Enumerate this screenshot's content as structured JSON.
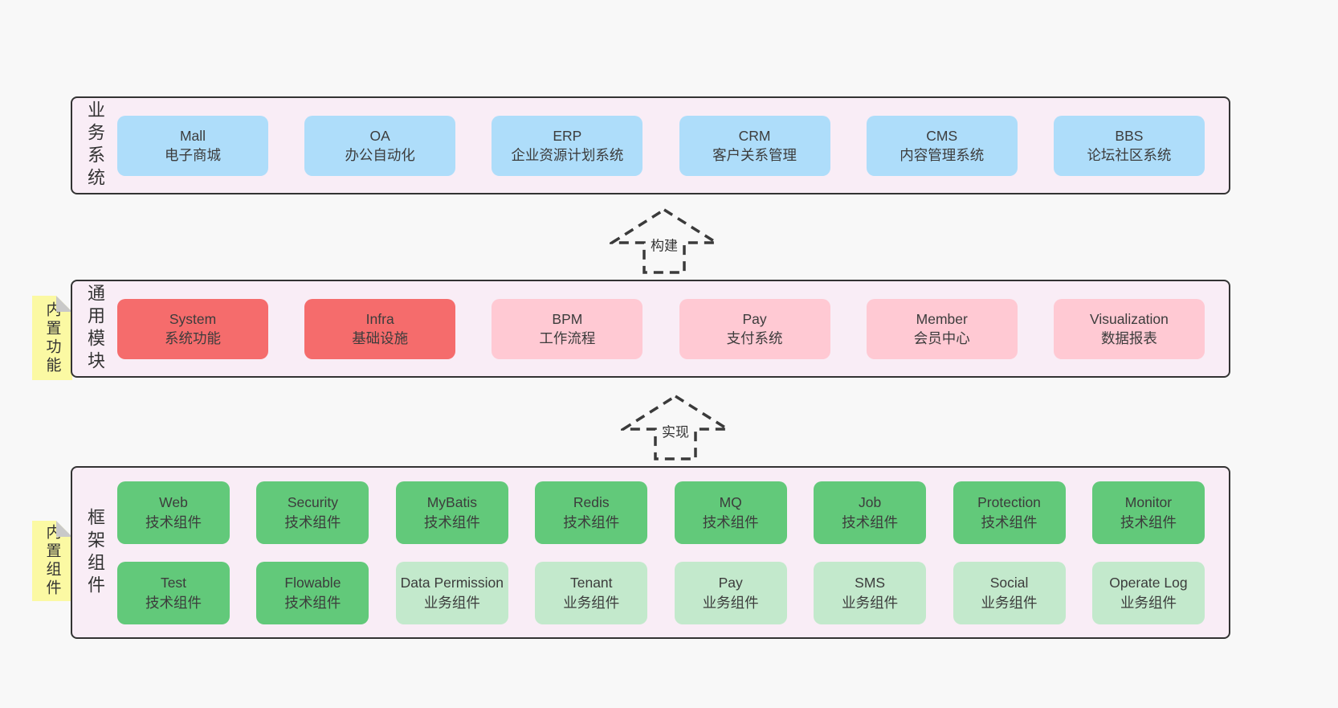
{
  "colors": {
    "page_bg": "#f8f8f8",
    "band_bg": "#f9edf6",
    "band_border": "#333333",
    "blue": "#aeddfa",
    "red": "#f56c6c",
    "pink": "#ffc9d3",
    "green": "#62c97a",
    "green_light": "#c3e9cc",
    "sticky_yellow": "#fbf9a3",
    "sticky_fold": "#c9c9c9",
    "text": "#3c3c3c"
  },
  "arrows": [
    {
      "label": "构建"
    },
    {
      "label": "实现"
    }
  ],
  "stickies": [
    {
      "label": "内置功能"
    },
    {
      "label": "内置组件"
    }
  ],
  "bands": [
    {
      "label": "业务系统",
      "boxes": [
        {
          "title": "Mall",
          "subtitle": "电子商城"
        },
        {
          "title": "OA",
          "subtitle": "办公自动化"
        },
        {
          "title": "ERP",
          "subtitle": "企业资源计划系统"
        },
        {
          "title": "CRM",
          "subtitle": "客户关系管理"
        },
        {
          "title": "CMS",
          "subtitle": "内容管理系统"
        },
        {
          "title": "BBS",
          "subtitle": "论坛社区系统"
        }
      ]
    },
    {
      "label": "通用模块",
      "boxes": [
        {
          "title": "System",
          "subtitle": "系统功能"
        },
        {
          "title": "Infra",
          "subtitle": "基础设施"
        },
        {
          "title": "BPM",
          "subtitle": "工作流程"
        },
        {
          "title": "Pay",
          "subtitle": "支付系统"
        },
        {
          "title": "Member",
          "subtitle": "会员中心"
        },
        {
          "title": "Visualization",
          "subtitle": "数据报表"
        }
      ]
    },
    {
      "label": "框架组件",
      "rows": [
        [
          {
            "title": "Web",
            "subtitle": "技术组件"
          },
          {
            "title": "Security",
            "subtitle": "技术组件"
          },
          {
            "title": "MyBatis",
            "subtitle": "技术组件"
          },
          {
            "title": "Redis",
            "subtitle": "技术组件"
          },
          {
            "title": "MQ",
            "subtitle": "技术组件"
          },
          {
            "title": "Job",
            "subtitle": "技术组件"
          },
          {
            "title": "Protection",
            "subtitle": "技术组件"
          },
          {
            "title": "Monitor",
            "subtitle": "技术组件"
          }
        ],
        [
          {
            "title": "Test",
            "subtitle": "技术组件"
          },
          {
            "title": "Flowable",
            "subtitle": "技术组件"
          },
          {
            "title": "Data Permission",
            "subtitle": "业务组件"
          },
          {
            "title": "Tenant",
            "subtitle": "业务组件"
          },
          {
            "title": "Pay",
            "subtitle": "业务组件"
          },
          {
            "title": "SMS",
            "subtitle": "业务组件"
          },
          {
            "title": "Social",
            "subtitle": "业务组件"
          },
          {
            "title": "Operate Log",
            "subtitle": "业务组件"
          }
        ]
      ]
    }
  ]
}
